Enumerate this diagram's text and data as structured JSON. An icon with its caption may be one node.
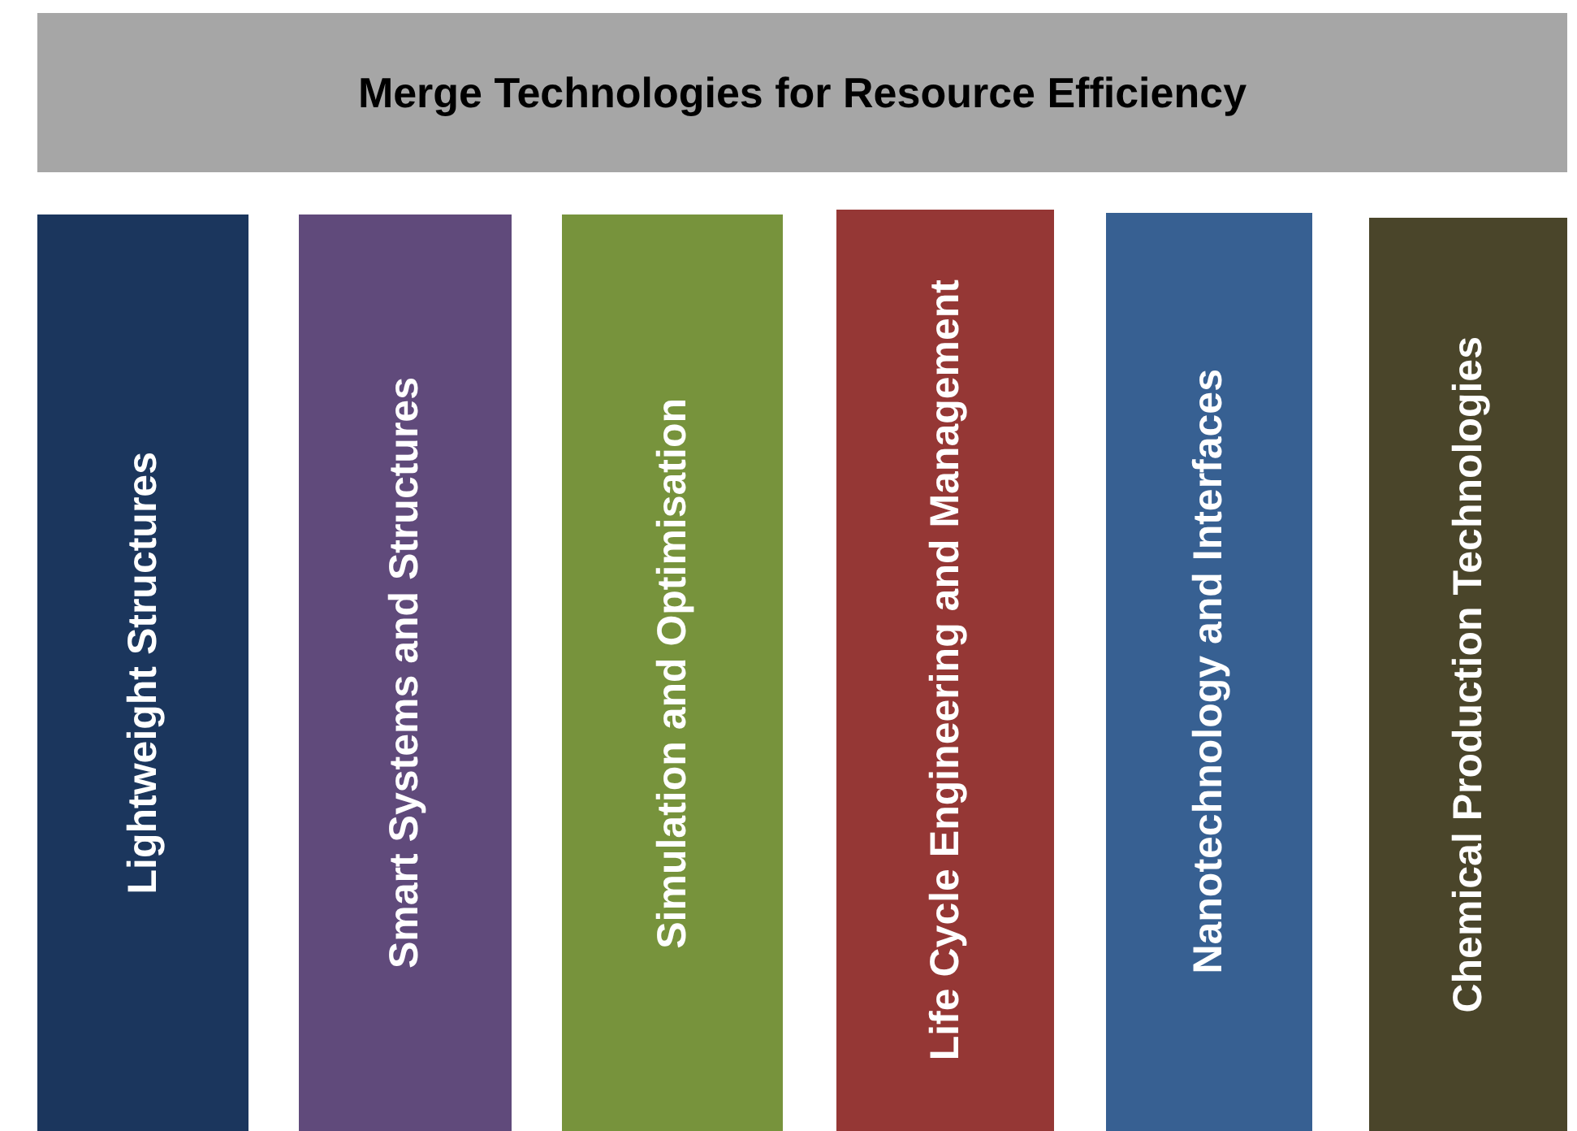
{
  "diagram": {
    "nodes": [
      {
        "text": [
          "Merge Technologies for Resource Efficiency"
        ]
      },
      {
        "text": [
          "Lightweight Structures"
        ]
      },
      {
        "text": [
          "Smart Systems and Structures"
        ]
      },
      {
        "text": [
          "Simulation and Optimisation"
        ]
      },
      {
        "text": [
          "Life Cycle Engineering and Management"
        ]
      },
      {
        "text": [
          "Nanotechnology and Interfaces"
        ]
      },
      {
        "text": [
          "Chemical Production Technologies"
        ]
      }
    ]
  }
}
